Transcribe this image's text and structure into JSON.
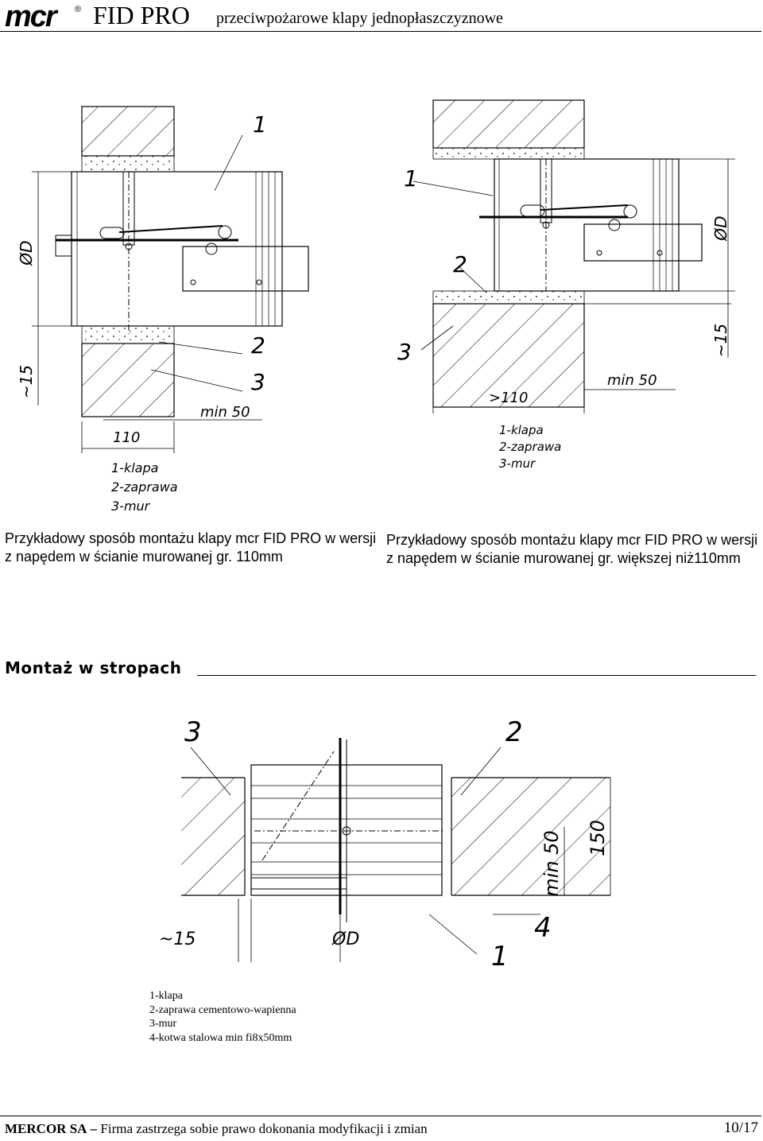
{
  "header": {
    "logo": "mcr",
    "registered": "®",
    "title": "FID PRO",
    "subtitle": "przeciwpożarowe klapy jednopłaszczyznowe"
  },
  "drawing1": {
    "callouts": [
      "1",
      "2",
      "3"
    ],
    "diameter": "ØD",
    "offset": "~15",
    "dim_wall": "110",
    "dim_min": "min 50",
    "legend": [
      "1-klapa",
      "2-zaprawa",
      "3-mur"
    ]
  },
  "drawing2": {
    "callouts": [
      "1",
      "2",
      "3"
    ],
    "diameter": "ØD",
    "offset": "~15",
    "dim_wall": ">110",
    "dim_min": "min 50",
    "legend": [
      "1-klapa",
      "2-zaprawa",
      "3-mur"
    ]
  },
  "captions": {
    "left": "Przykładowy sposób montażu klapy mcr FID PRO w wersji z napędem w ścianie murowanej gr. 110mm",
    "right": "Przykładowy sposób montażu klapy mcr FID PRO w wersji z napędem w ścianie murowanej gr. większej niż110mm"
  },
  "section": {
    "title": "Montaż w stropach"
  },
  "drawing3": {
    "callouts": [
      "3",
      "2",
      "4",
      "1"
    ],
    "offset": "~15",
    "diameter": "ØD",
    "dim_min": "min 50",
    "dim_total": "150",
    "legend": [
      "1-klapa",
      "2-zaprawa cementowo-wapienna",
      "3-mur",
      "4-kotwa stalowa min fi8x50mm"
    ]
  },
  "footer": {
    "company": "MERCOR SA",
    "dash": "–",
    "note": "Firma zastrzega sobie prawo dokonania modyfikacji i zmian",
    "page": "10/17"
  }
}
